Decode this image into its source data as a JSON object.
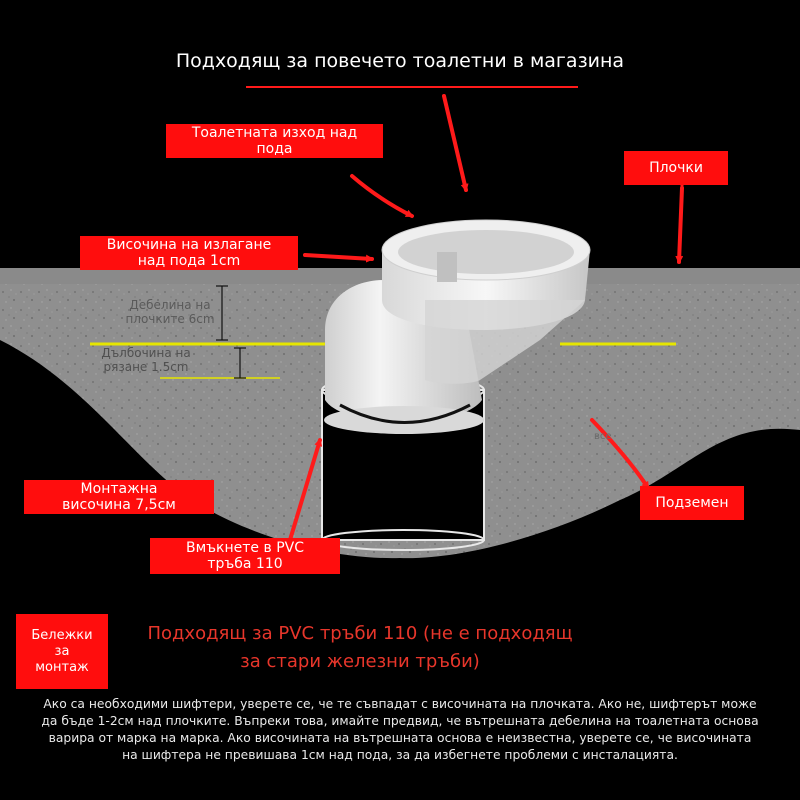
{
  "headline": "Подходящ за повечето тоалетни в магазина",
  "labels": {
    "outlet": "Тоалетната изход над\nпода",
    "tiles": "Плочки",
    "exposure": "Височина на излагане\nнад пода 1cm",
    "tile_thickness": "Дебелина на\nплочките 6cm",
    "cut_depth": "Дълбочина на\nрязане 1.5cm",
    "install_height": "Монтажна\nвисочина 7,5см",
    "insert_pipe": "Вмъкнете в PVC\nтръба 110",
    "underground": "Подземен",
    "all": "все"
  },
  "suitability": "Подходящ за PVC тръби 110 (не е подходящ\nза стари железни тръби)",
  "notes": {
    "title": "Бележки за\nмонтаж",
    "line1": "Ако са необходими шифтери, уверете се, че те съвпадат с височината на плочката. Ако не, шифтерът може",
    "line2": "да бъде 1-2см над плочките. Въпреки това, имайте предвид, че вътрешната дебелина на тоалетната основа",
    "line3": "варира от марка на марка. Ако височината на вътрешната основа е неизвестна, уверете се, че височината",
    "line4": "на шифтера не превишава 1см над пода, за да избегнете проблеми с инсталацията."
  },
  "colors": {
    "accent_red": "#ff0d0d",
    "suitability_red": "#e8362b",
    "yellow_line": "#e6e600",
    "tile_gray": "#8a8a8a",
    "fitting_white": "#e9e9e9"
  }
}
